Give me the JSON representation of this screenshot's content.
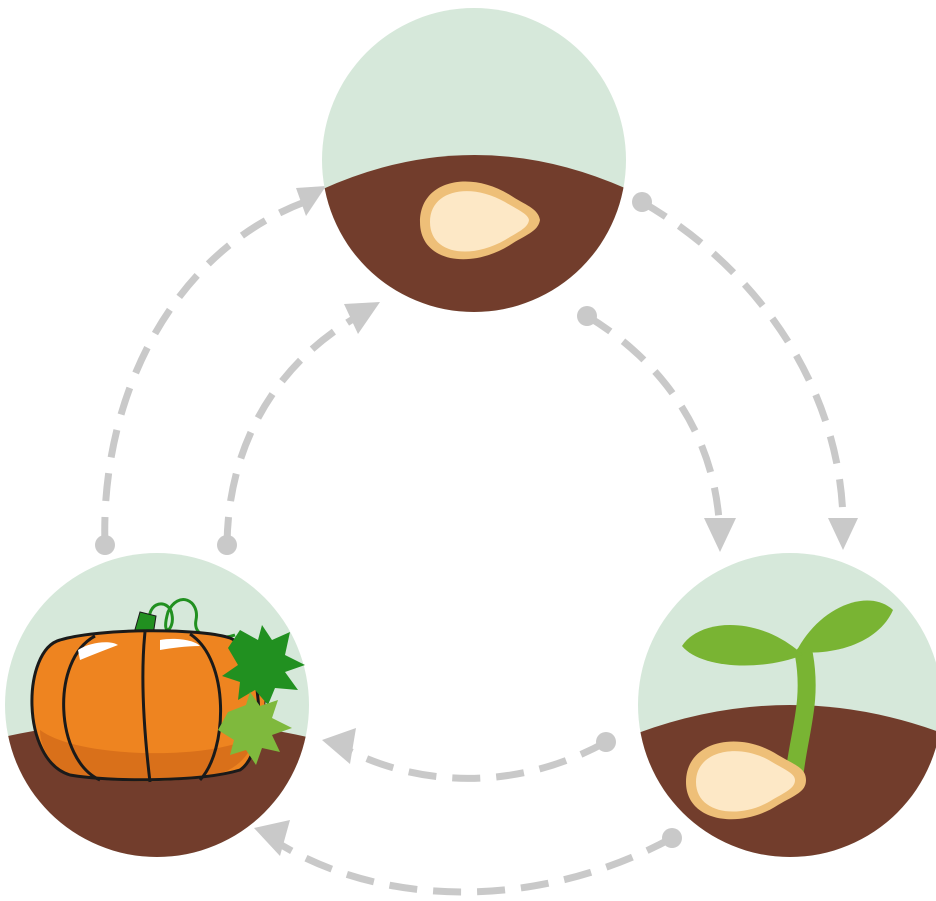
{
  "diagram": {
    "kind": "life-cycle",
    "stages": [
      {
        "id": "seed",
        "icon": "seed-icon"
      },
      {
        "id": "sprout",
        "icon": "sprout-icon"
      },
      {
        "id": "pumpkin",
        "icon": "pumpkin-icon"
      }
    ],
    "arrows": [
      {
        "from": "seed",
        "to": "sprout",
        "count": 2
      },
      {
        "from": "sprout",
        "to": "pumpkin",
        "count": 2
      },
      {
        "from": "pumpkin",
        "to": "seed",
        "count": 2
      }
    ]
  },
  "colors": {
    "sky": "#d6e8da",
    "soil": "#723d2c",
    "seed_fill": "#fde8c6",
    "seed_outline": "#eebf78",
    "sprout": "#79b433",
    "pumpkin": "#ee8420",
    "pumpkin_shade": "#d9701a",
    "pumpkin_outline": "#1a1a1a",
    "leaf_dark": "#219020",
    "leaf_light": "#7fb93d",
    "arrow": "#c9c9c9"
  }
}
